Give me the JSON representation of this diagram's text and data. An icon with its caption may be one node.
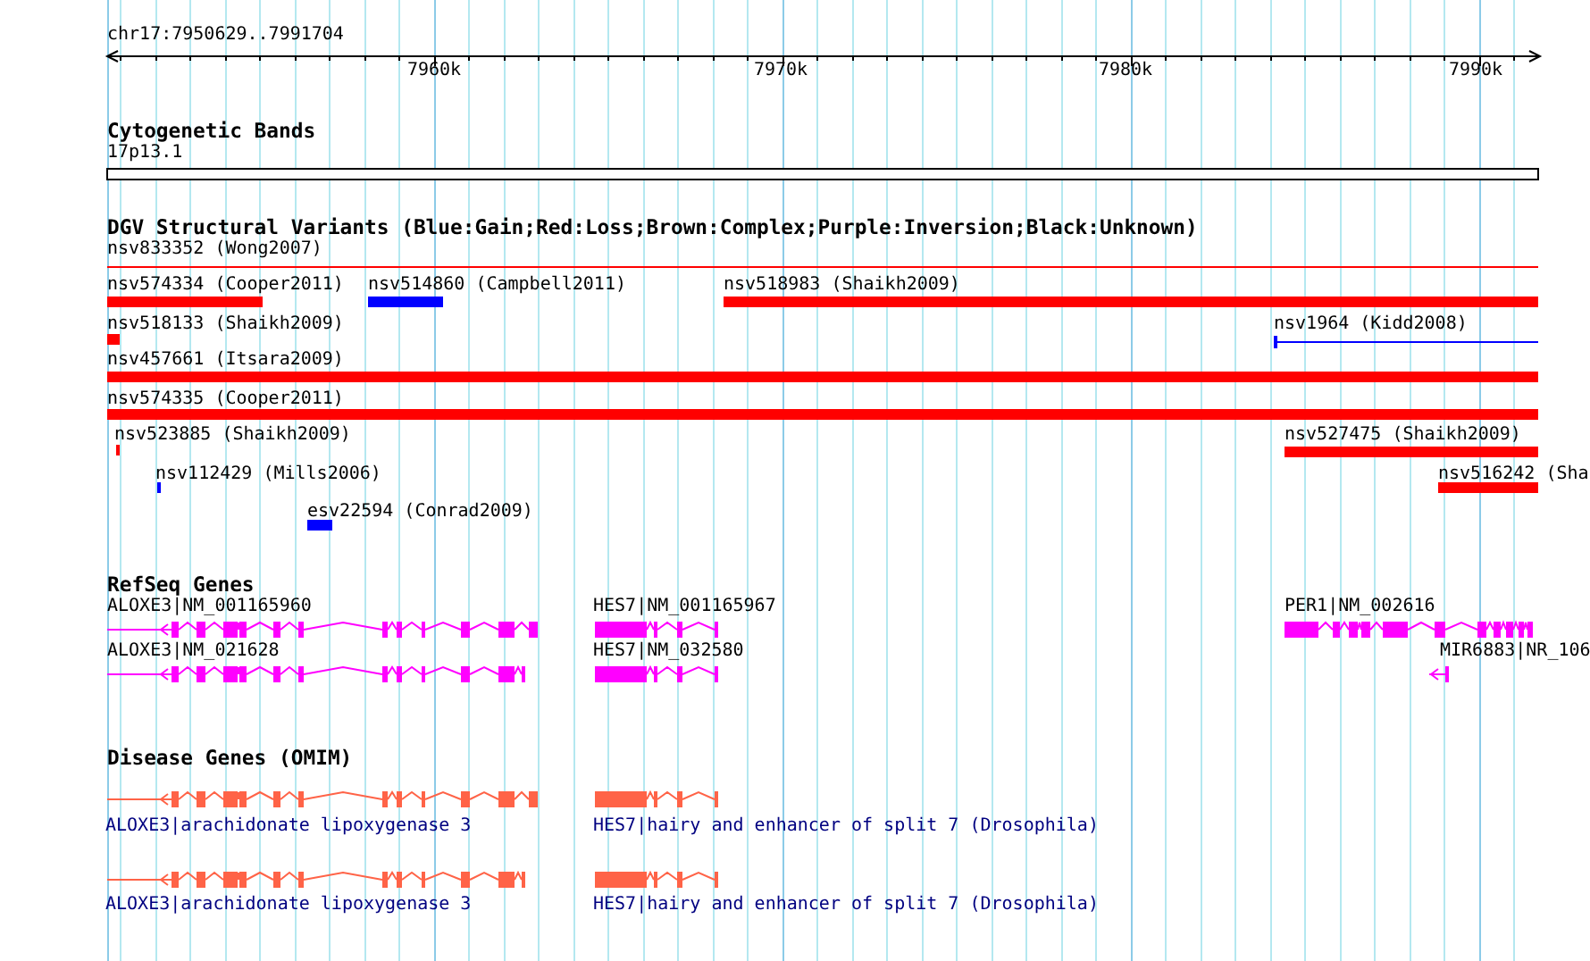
{
  "diagram": {
    "labels": [
      "chr17:7950629..7991704",
      "7960k",
      "7970k",
      "7980k",
      "7990k",
      "Cytogenetic Bands",
      "17p13.1",
      "DGV Structural Variants (Blue:Gain;Red:Loss;Brown:Complex;Purple:Inversion;Black:Unknown)",
      "nsv833352 (Wong2007)",
      "nsv574334 (Cooper2011)",
      "nsv514860 (Campbell2011)",
      "nsv518983 (Shaikh2009)",
      "nsv518133 (Shaikh2009)",
      "nsv1964 (Kidd2008)",
      "nsv457661 (Itsara2009)",
      "nsv574335 (Cooper2011)",
      "nsv523885 (Shaikh2009)",
      "nsv527475 (Shaikh2009)",
      "nsv112429 (Mills2006)",
      "nsv516242 (Sha",
      "esv22594 (Conrad2009)",
      "RefSeq Genes",
      "ALOXE3|NM_001165960",
      "HES7|NM_001165967",
      "PER1|NM_002616",
      "ALOXE3|NM_021628",
      "HES7|NM_032580",
      "MIR6883|NR_106",
      "Disease Genes (OMIM)",
      "ALOXE3|arachidonate lipoxygenase 3",
      "HES7|hairy and enhancer of split 7 (Drosophila)",
      "ALOXE3|arachidonate lipoxygenase 3",
      "HES7|hairy and enhancer of split 7 (Drosophila)"
    ]
  }
}
